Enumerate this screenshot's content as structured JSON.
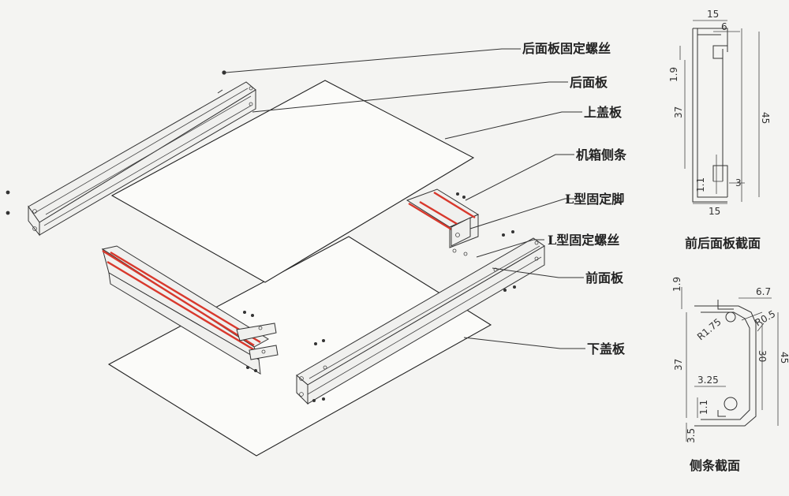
{
  "labels": {
    "rear_panel_screws": "后面板固定螺丝",
    "rear_panel": "后面板",
    "top_cover": "上盖板",
    "side_rail": "机箱侧条",
    "l_foot": "L型固定脚",
    "l_foot_screws": "L型固定螺丝",
    "front_panel": "前面板",
    "bottom_cover": "下盖板"
  },
  "captions": {
    "panel_section": "前后面板截面",
    "rail_section": "侧条截面"
  },
  "panel_dims": {
    "top_width": "15",
    "inner_top": "6",
    "lip_top": "1.9",
    "inner_height": "37",
    "outer_height": "45",
    "lip_bottom": "1.1",
    "inner_bottom": "3",
    "bottom_width": "15"
  },
  "rail_dims": {
    "lip_top": "1.9",
    "width_top": "6.7",
    "radius_large": "R1.75",
    "radius_small": "R0.5",
    "height_inner": "37",
    "height_mid": "30",
    "height_outer": "45",
    "offset": "3.25",
    "lip_bottom": "1.1",
    "foot": "3.5"
  },
  "colors": {
    "accent_edge": "#d8382c",
    "line": "#333333"
  }
}
